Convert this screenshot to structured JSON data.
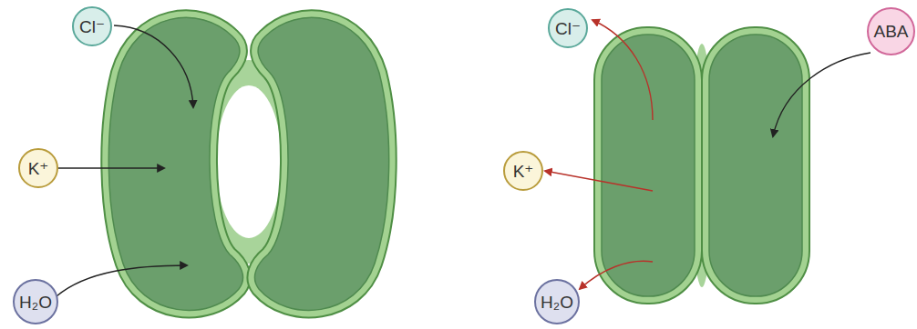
{
  "diagram": {
    "nodes": [
      {
        "text": [
          "Cl⁻"
        ]
      },
      {
        "text": [
          "K⁺"
        ]
      },
      {
        "text": [
          "H₂O"
        ]
      },
      {
        "text": [
          "Cl⁻"
        ]
      },
      {
        "text": [
          "ABA"
        ]
      },
      {
        "text": [
          "K⁺"
        ]
      },
      {
        "text": [
          "H₂O"
        ]
      }
    ]
  }
}
